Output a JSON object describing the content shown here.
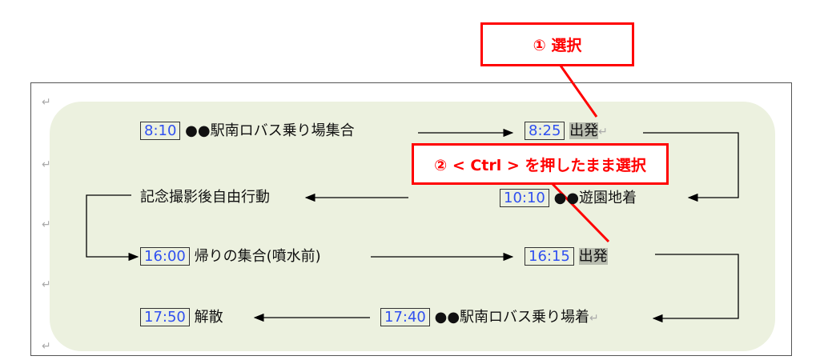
{
  "rows": [
    {
      "time": "8:10",
      "text": "●●駅南ロバス乗り場集合",
      "time2": "8:25",
      "text2": "出発"
    },
    {
      "text": "記念撮影後自由行動",
      "time2": "10:10",
      "text2": "●●遊園地着"
    },
    {
      "time": "16:00",
      "text": "帰りの集合(噴水前)",
      "time2": "16:15",
      "text2": "出発"
    },
    {
      "time": "17:50",
      "text": "解散",
      "time2": "17:40",
      "text2": "●●駅南ロバス乗り場着"
    }
  ],
  "callouts": {
    "step1": "① 選択",
    "step2": "② < Ctrl > を押したまま選択"
  },
  "marks": {
    "para": "↵",
    "dot": "·"
  },
  "colors": {
    "accent": "#ff0000",
    "background": "#ecf1df",
    "time": "#3050f0"
  }
}
